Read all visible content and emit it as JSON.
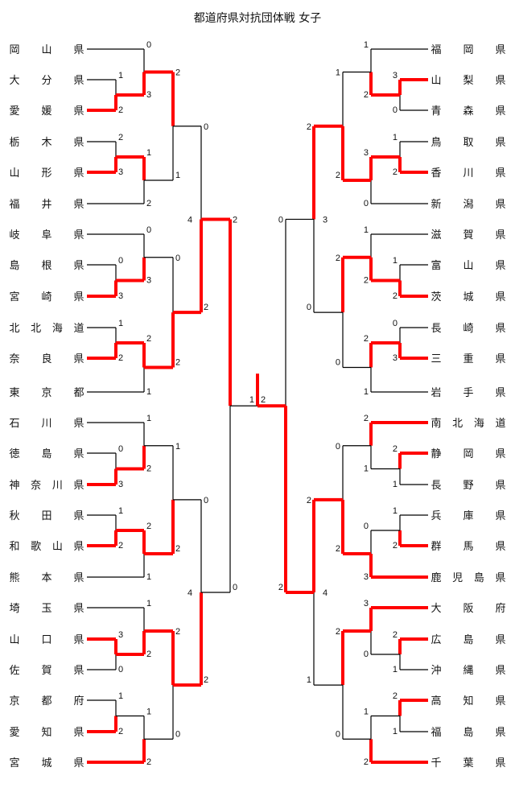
{
  "title": "都道府県対抗団体戦 女子",
  "colors": {
    "winner": "#ff0000",
    "line": "#000000"
  },
  "left": {
    "teams": [
      [
        "岡",
        "山",
        "県"
      ],
      [
        "大",
        "分",
        "県"
      ],
      [
        "愛",
        "媛",
        "県"
      ],
      [
        "栃",
        "木",
        "県"
      ],
      [
        "山",
        "形",
        "県"
      ],
      [
        "福",
        "井",
        "県"
      ],
      [
        "岐",
        "阜",
        "県"
      ],
      [
        "島",
        "根",
        "県"
      ],
      [
        "宮",
        "崎",
        "県"
      ],
      [
        "北",
        "北",
        "海",
        "道"
      ],
      [
        "奈",
        "良",
        "県"
      ],
      [
        "東",
        "京",
        "都"
      ],
      [
        "石",
        "川",
        "県"
      ],
      [
        "徳",
        "島",
        "県"
      ],
      [
        "神",
        "奈",
        "川",
        "県"
      ],
      [
        "秋",
        "田",
        "県"
      ],
      [
        "和",
        "歌",
        "山",
        "県"
      ],
      [
        "熊",
        "本",
        "県"
      ],
      [
        "埼",
        "玉",
        "県"
      ],
      [
        "山",
        "口",
        "県"
      ],
      [
        "佐",
        "賀",
        "県"
      ],
      [
        "京",
        "都",
        "府"
      ],
      [
        "愛",
        "知",
        "県"
      ],
      [
        "宮",
        "城",
        "県"
      ]
    ],
    "blocks": [
      {
        "r1": [
          0,
          3,
          "b"
        ],
        "r2a": [
          1,
          2,
          "b"
        ],
        "r2b": [
          2,
          3,
          "b"
        ],
        "r1b": [
          1,
          2,
          "a"
        ],
        "qf": [
          2,
          1,
          "a"
        ]
      },
      {
        "r1": [
          0,
          3,
          "b"
        ],
        "r2a": [
          0,
          3,
          "b"
        ],
        "r2b": [
          1,
          2,
          "b"
        ],
        "r1b": [
          2,
          1,
          "a"
        ],
        "qf": [
          0,
          2,
          "b"
        ]
      },
      {
        "r1": [
          1,
          2,
          "b"
        ],
        "r2a": [
          0,
          3,
          "b"
        ],
        "r2b": [
          1,
          2,
          "b"
        ],
        "r1b": [
          2,
          1,
          "a"
        ],
        "qf": [
          1,
          2,
          "b"
        ]
      },
      {
        "r1": [
          1,
          2,
          "b"
        ],
        "r2a": [
          3,
          0,
          "a"
        ],
        "r2b": [
          1,
          2,
          "b"
        ],
        "r1b": [
          1,
          2,
          "b"
        ],
        "qf": [
          2,
          0,
          "a"
        ]
      }
    ],
    "semis": [
      [
        0,
        2,
        "b"
      ],
      [
        0,
        2,
        "b"
      ]
    ],
    "semi_final": [
      2,
      0,
      "a"
    ],
    "annotations": [
      "4",
      "4"
    ]
  },
  "right": {
    "teams": [
      [
        "福",
        "岡",
        "県"
      ],
      [
        "山",
        "梨",
        "県"
      ],
      [
        "青",
        "森",
        "県"
      ],
      [
        "鳥",
        "取",
        "県"
      ],
      [
        "香",
        "川",
        "県"
      ],
      [
        "新",
        "潟",
        "県"
      ],
      [
        "滋",
        "賀",
        "県"
      ],
      [
        "富",
        "山",
        "県"
      ],
      [
        "茨",
        "城",
        "県"
      ],
      [
        "長",
        "崎",
        "県"
      ],
      [
        "三",
        "重",
        "県"
      ],
      [
        "岩",
        "手",
        "県"
      ],
      [
        "南",
        "北",
        "海",
        "道"
      ],
      [
        "静",
        "岡",
        "県"
      ],
      [
        "長",
        "野",
        "県"
      ],
      [
        "兵",
        "庫",
        "県"
      ],
      [
        "群",
        "馬",
        "県"
      ],
      [
        "鹿",
        "児",
        "島",
        "県"
      ],
      [
        "大",
        "阪",
        "府"
      ],
      [
        "広",
        "島",
        "県"
      ],
      [
        "沖",
        "縄",
        "県"
      ],
      [
        "高",
        "知",
        "県"
      ],
      [
        "福",
        "島",
        "県"
      ],
      [
        "千",
        "葉",
        "県"
      ]
    ],
    "blocks": [
      {
        "r1": [
          1,
          2,
          "b"
        ],
        "r2a": [
          3,
          0,
          "a"
        ],
        "r2b": [
          1,
          2,
          "b"
        ],
        "r1b": [
          3,
          0,
          "a"
        ],
        "qf": [
          1,
          2,
          "b"
        ]
      },
      {
        "r1": [
          1,
          2,
          "b"
        ],
        "r2a": [
          1,
          2,
          "b"
        ],
        "r2b": [
          0,
          3,
          "b"
        ],
        "r1b": [
          2,
          1,
          "a"
        ],
        "qf": [
          2,
          0,
          "a"
        ]
      },
      {
        "r1": [
          2,
          1,
          "a"
        ],
        "r2a": [
          2,
          1,
          "a"
        ],
        "r2b": [
          1,
          2,
          "b"
        ],
        "r1b": [
          0,
          3,
          "b"
        ],
        "qf": [
          0,
          2,
          "b"
        ]
      },
      {
        "r1": [
          3,
          0,
          "a"
        ],
        "r2a": [
          2,
          1,
          "a"
        ],
        "r2b": [
          2,
          1,
          "a"
        ],
        "r1b": [
          1,
          2,
          "b"
        ],
        "qf": [
          2,
          0,
          "a"
        ]
      }
    ],
    "semis": [
      [
        2,
        0,
        "a"
      ],
      [
        2,
        1,
        "a"
      ]
    ],
    "semi_final": [
      0,
      2,
      "b"
    ],
    "annotations": [
      "3",
      "4"
    ]
  },
  "final": {
    "left_score": "1",
    "right_score": "2",
    "winner": "right"
  }
}
